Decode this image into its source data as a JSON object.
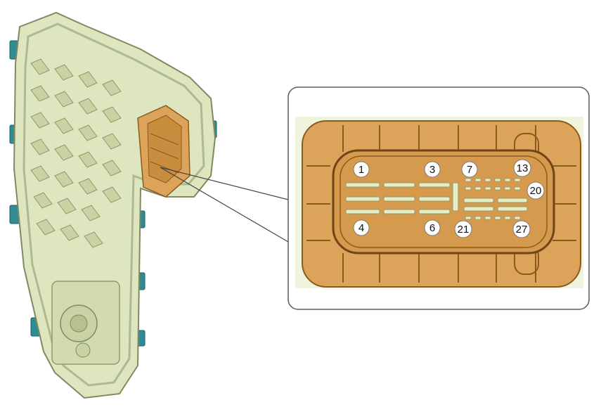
{
  "colors": {
    "background": "#ffffff",
    "housing": "#dde6bf",
    "housing_shadow": "#aeb990",
    "housing_edge": "#7f8a62",
    "clip_teal": "#2f8c93",
    "connector_orange": "#dca35a",
    "connector_dark": "#b57a2f",
    "callout_border": "#5b5b5b",
    "callout_panel_bg": "#f1f4dd",
    "pin_circle": "#ffffff",
    "pin_text": "#111111",
    "pin_slot": "#c9d3a4"
  },
  "icons": {
    "module": "pcm-module-icon",
    "connector": "connector-icon"
  },
  "pins": [
    {
      "label": "1"
    },
    {
      "label": "3"
    },
    {
      "label": "7"
    },
    {
      "label": "13"
    },
    {
      "label": "20"
    },
    {
      "label": "4"
    },
    {
      "label": "6"
    },
    {
      "label": "21"
    },
    {
      "label": "27"
    }
  ]
}
